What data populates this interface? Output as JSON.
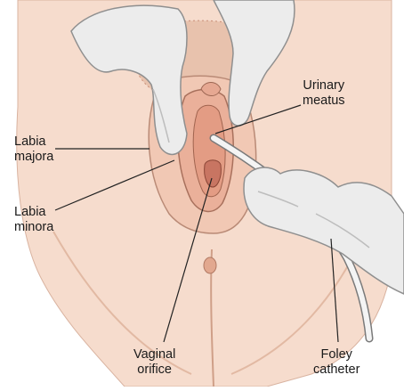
{
  "labels": {
    "labia_majora": [
      "Labia",
      "majora"
    ],
    "labia_minora": [
      "Labia",
      "minora"
    ],
    "urinary_meatus": [
      "Urinary",
      "meatus"
    ],
    "vaginal_orifice": [
      "Vaginal",
      "orifice"
    ],
    "foley_catheter": [
      "Foley",
      "catheter"
    ]
  },
  "colors": {
    "skin": "#f6dccd",
    "skin_shadow": "#e9bfa8",
    "mucosa": "#eeb69d",
    "mucosa_dark": "#d48c73",
    "hair": "#c98f78",
    "glove": "#ececec",
    "glove_shadow": "#c9c9c9",
    "catheter": "#f4f4f4",
    "outline": "#5a4a44",
    "leader": "#222222"
  },
  "icons": {
    "left_hand": "gloved-hand-icon",
    "right_hand": "gloved-hand-icon",
    "catheter": "catheter-tube-icon"
  }
}
